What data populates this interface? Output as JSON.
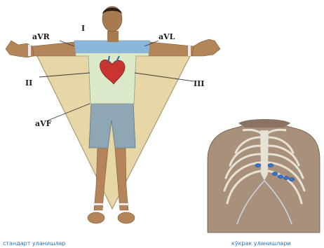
{
  "einthoven_figure": {
    "leads": {
      "I": "I",
      "II": "II",
      "III": "III",
      "aVR": "aVR",
      "aVL": "aVL",
      "aVF": "aVF"
    },
    "caption": "стандарт уланишлар"
  },
  "chest_figure": {
    "caption": "кўкрак уланишлари"
  },
  "colors": {
    "triangle_fill": "#e8d7a6",
    "triangle_edge": "#a99a74",
    "shirt_light": "#dbe9c9",
    "shirt_blue": "#86b3dc",
    "shorts": "#8fa6b4",
    "skin": "#b5855a",
    "heart": "#c8342f",
    "caption": "#2e6fb8",
    "torso_skin": "#a9907a",
    "rib": "#e7e2d6",
    "electrode": "#3a72c9"
  }
}
